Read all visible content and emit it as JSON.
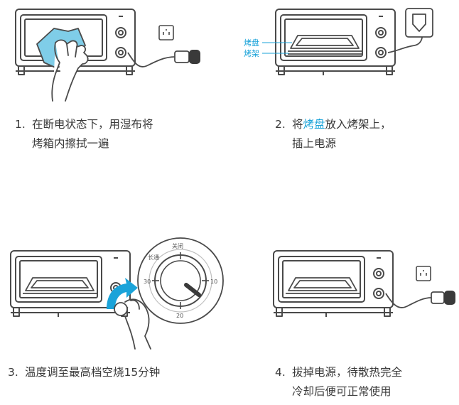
{
  "colors": {
    "outline": "#4a4a4a",
    "accent": "#1aa3d9",
    "cloth": "#7fcde8",
    "grey": "#bfbfbf",
    "knob_dark": "#3a3a3a"
  },
  "steps": [
    {
      "num": "1.",
      "line1": "在断电状态下，用湿布将",
      "line2": "烤箱内擦拭一遍"
    },
    {
      "num": "2.",
      "line1_pre": "将",
      "line1_hl": "烤盘",
      "line1_post": "放入烤架上，",
      "line2": "插上电源"
    },
    {
      "num": "3.",
      "line1": "温度调至最高档空烧15分钟"
    },
    {
      "num": "4.",
      "line1": "拔掉电源，待散热完全",
      "line2": "冷却后便可正常使用"
    }
  ],
  "labels": {
    "tray": "烤盘",
    "rack": "烤架"
  },
  "dial": {
    "off": "关闭",
    "always_on": "长通",
    "t10": "10",
    "t20": "20",
    "t30": "30"
  },
  "icons": [
    "oven-icon",
    "cloth-icon",
    "hand-icon",
    "outlet-icon",
    "plug-icon",
    "tray-icon",
    "dial-icon",
    "arrow-icon"
  ]
}
